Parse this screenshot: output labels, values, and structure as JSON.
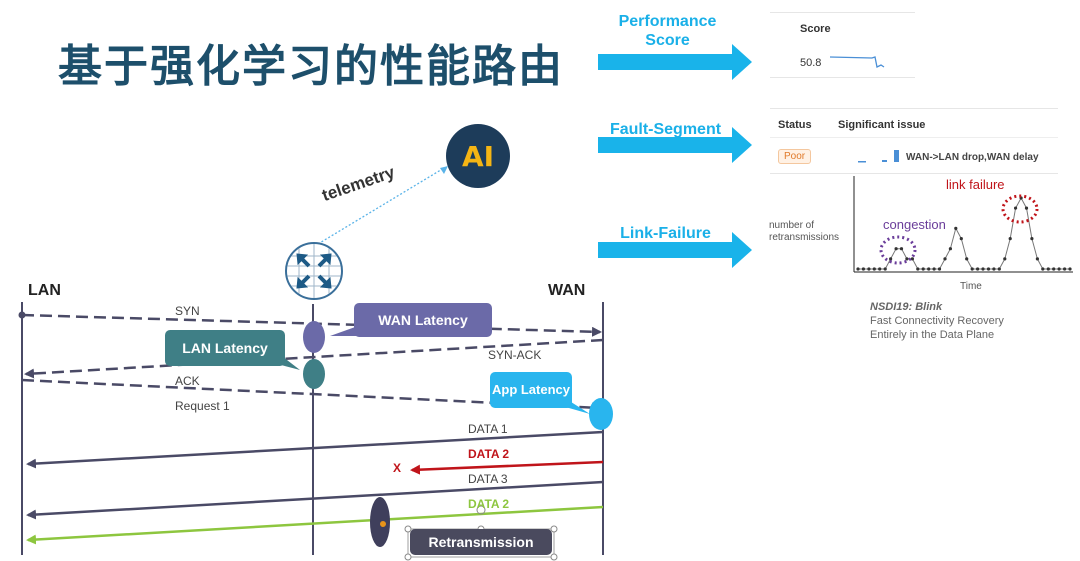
{
  "title": "基于强化学习的性能路由",
  "arrows": {
    "performance": "Performance Score",
    "fault": "Fault-Segment",
    "link_failure": "Link-Failure"
  },
  "score_panel": {
    "header": "Score",
    "value": "50.8"
  },
  "status_panel": {
    "col_status": "Status",
    "col_issue": "Significant issue",
    "badge": "Poor",
    "issue_text": "WAN->LAN drop,WAN delay"
  },
  "chart_data": {
    "type": "line",
    "ylabel": "number of retransmissions",
    "xlabel": "Time",
    "annotations": [
      "congestion",
      "link failure"
    ],
    "x": [
      1,
      2,
      3,
      4,
      5,
      6,
      7,
      8,
      9,
      10,
      11,
      12,
      13,
      14,
      15,
      16,
      17,
      18,
      19,
      20,
      21,
      22,
      23,
      24,
      25,
      26,
      27,
      28,
      29,
      30,
      31,
      32,
      33,
      34,
      35,
      36,
      37,
      38,
      39,
      40
    ],
    "values": [
      1,
      1,
      1,
      1,
      1,
      1,
      2,
      3,
      3,
      2,
      2,
      1,
      1,
      1,
      1,
      1,
      2,
      3,
      5,
      4,
      2,
      1,
      1,
      1,
      1,
      1,
      1,
      2,
      4,
      7,
      8,
      7,
      4,
      2,
      1,
      1,
      1,
      1,
      1,
      1
    ],
    "colors": {
      "congestion": "#6a3d9a",
      "link_failure": "#c0141a"
    }
  },
  "citation": {
    "venue": "NSDI19: Blink",
    "line1": "Fast Connectivity Recovery",
    "line2": "Entirely in the Data Plane"
  },
  "ai_badge": "AI",
  "telemetry": "telemetry",
  "endpoints": {
    "lan": "LAN",
    "wan": "WAN"
  },
  "messages": {
    "syn": "SYN",
    "syn_ack": "SYN-ACK",
    "ack": "ACK",
    "request1": "Request 1",
    "data1": "DATA  1",
    "data2": "DATA  2",
    "data3": "DATA  3",
    "data2_retx": "DATA  2",
    "loss_mark": "X"
  },
  "bubbles": {
    "wan_latency": "WAN Latency",
    "lan_latency": "LAN Latency",
    "app_latency": "App Latency",
    "retransmission": "Retransmission"
  }
}
